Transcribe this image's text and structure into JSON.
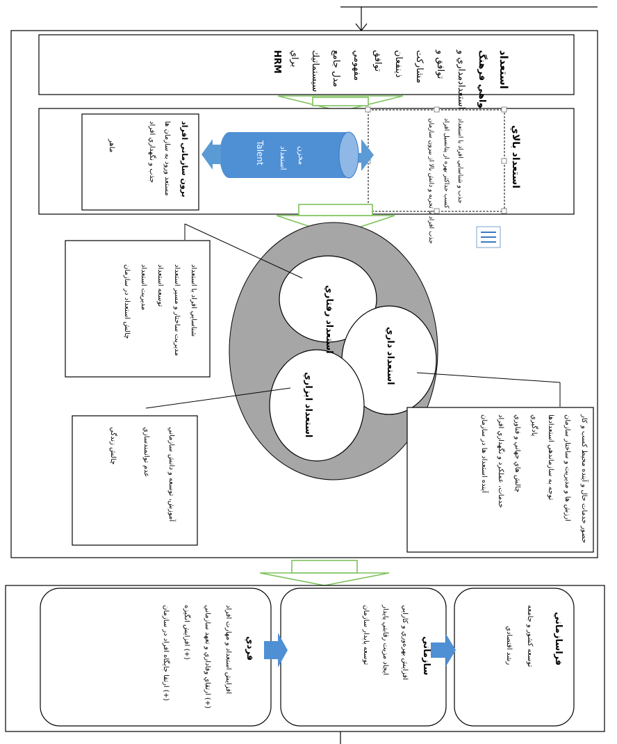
{
  "diagram": {
    "top_box": {
      "title": "استعداد",
      "items": [
        "خواهي فرهنگ",
        "استعدادمداري و",
        "توافق و",
        "مشاركت",
        "ذينفعان",
        "توافق",
        "مفهومي",
        "مدل جامع",
        "سيستماتيك",
        "براي",
        "HRM"
      ]
    },
    "funnel": {
      "input_title": "استعداد بالاي",
      "input_lines": [
        "جذب و شناسايي افراد با استعداد",
        "كسب حداكثر بهره از پتانسيل افراد",
        "جذب افراد با تجربه و دانش بالا از بيرون سازمان"
      ],
      "cylinder_label": "مخزن",
      "cylinder_sub": "استعداد",
      "cylinder_talent": "Talent",
      "output_lines": [
        "برون سازماني افراد",
        "مستعد ورود به سازمان ها",
        "جذب و نگهداري افراد",
        "ماهر"
      ]
    },
    "venn": {
      "circles": [
        "استعداد رفتاري",
        "استعداد داري",
        "استعداد ابزاري"
      ]
    },
    "notes": {
      "left_top": [
        "شناسايي افراد با استعداد",
        "مديريت ساختار و مسير استعداد",
        "توسعه استعداد",
        "مديريت استعداد",
        "چالش استعداد در سازمان"
      ],
      "right": [
        "حضور خدمات حال و آينده محيط كسب و كار",
        "ارزش ها و مديريت و ساختار سازمان",
        "توجه به سازماندهي استعدادها",
        "يادگيري",
        "چالش هاي جهاني و فناوري",
        "خدمات، عملكرد و نگهداري افراد",
        "آينده استعداد ها در سازمان"
      ],
      "left_bottom": [
        "آموزش، توسعه و دانش سازماني",
        "عدم توانمندسازي",
        "چالش زندگي"
      ]
    },
    "bottom": {
      "individual": {
        "title": "فردي",
        "lines": [
          "افزايش استعداد و مهارت افراد",
          "ارتقاي وفاداري و تعهد سازماني (+)",
          "افزايش انگيزه (+)",
          "ارتقا جايگاه افراد در سازمان (+)"
        ]
      },
      "organizational": {
        "title": "سازماني",
        "lines": [
          "افزايش بهره‌وري و كارايي",
          "ايجاد مزيت رقابتي پايدار",
          "توسعه پايدار سازمان"
        ]
      },
      "extra": {
        "title": "فراسازماني",
        "lines": [
          "توسعه كشور و جامعه",
          "رشد اقتصادي"
        ]
      }
    }
  }
}
